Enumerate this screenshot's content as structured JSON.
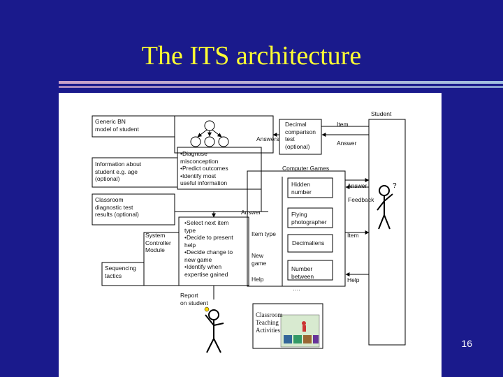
{
  "slide": {
    "title": "The ITS architecture",
    "page_number": "16"
  },
  "diagram": {
    "student_label": "Student",
    "generic_bn": "Generic BN\nmodel of student",
    "info_about_student": "Information about\nstudent e.g. age\n(optional)",
    "classroom_test": "Classroom\ndiagnostic test\nresults (optional)",
    "system_controller": "System\nController\nModule",
    "sequencing_tactics": "Sequencing\ntactics",
    "diagnose_list": "•Diagnose\nmisconception\n•Predict outcomes\n•Identify most\nuseful information",
    "select_list": "•Select next item\ntype\n•Decide to present\nhelp\n•Decide change to\nnew game\n•Identify when\nexpertise gained",
    "answers": "Answers",
    "answer_mid": "Answer",
    "decimal_test": "Decimal\ncomparison\ntest\n(optional)",
    "item_top": "Item",
    "answer_top": "Answer",
    "computer_games": "Computer Games",
    "hidden_number": "Hidden\nnumber",
    "answer_right": "Answer",
    "feedback": "Feedback",
    "flying_photographer": "Flying\nphotographer",
    "item_type": "Item type",
    "decimaliens": "Decimaliens",
    "item_right": "Item",
    "new_game": "New\ngame",
    "number_between": "Number\nbetween",
    "help_left": "Help",
    "help_right": "Help",
    "ellipsis": "….",
    "report": "Report\non student",
    "classroom_teaching": "Classroom\nTeaching\nActivities"
  }
}
